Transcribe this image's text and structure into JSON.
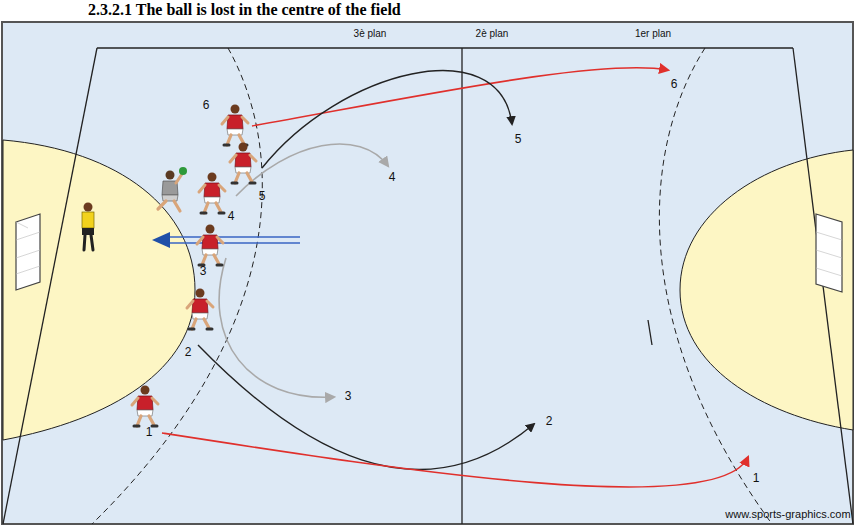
{
  "diagram": {
    "title": "2.3.2.1 The ball is lost in the centre of the field",
    "labels": [
      "3è plan",
      "2è plan",
      "1er plan",
      "6",
      "5",
      "4",
      "3",
      "2",
      "1",
      "6",
      "5",
      "4",
      "3",
      "2",
      "1",
      "www.sports-graphics.com"
    ]
  }
}
